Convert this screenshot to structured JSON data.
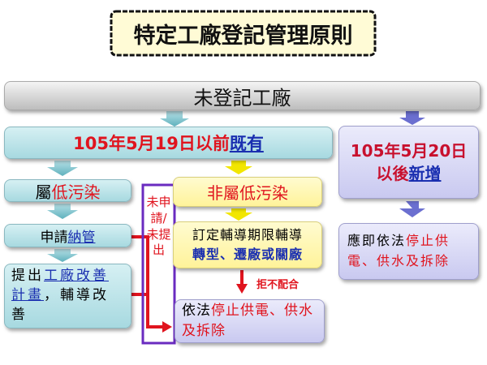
{
  "title": "特定工廠登記管理原則",
  "top_bar": "未登記工廠",
  "existing": {
    "date": "105年5月19日以前",
    "word": "既有"
  },
  "new": {
    "date": "105年5月20日",
    "prefix": "以後",
    "word": "新增"
  },
  "low": {
    "prefix": "屬",
    "word": "低污染"
  },
  "not_low": "非屬低污染",
  "apply": {
    "prefix": "申請",
    "word": "納管"
  },
  "plan": {
    "prefix": "提出",
    "word": "工廠改善計畫",
    "suffix": "，輔導改善"
  },
  "guide": {
    "line1": "訂定輔導期限輔導",
    "line2": "轉型、遷廠或關廠"
  },
  "refuse": "拒不配合",
  "not_apply": "未申請/未提出",
  "stop_existing": {
    "prefix": "依法",
    "word": "停止供電、供水及拆除"
  },
  "stop_new": {
    "prefix": "應即依法",
    "word": "停止供電、供水及拆除"
  },
  "colors": {
    "teal": "#a7d9e0",
    "yellow": "#fff39a",
    "purple": "#c9c9f0",
    "red": "#e0141e",
    "blue": "#1a2fb0"
  }
}
